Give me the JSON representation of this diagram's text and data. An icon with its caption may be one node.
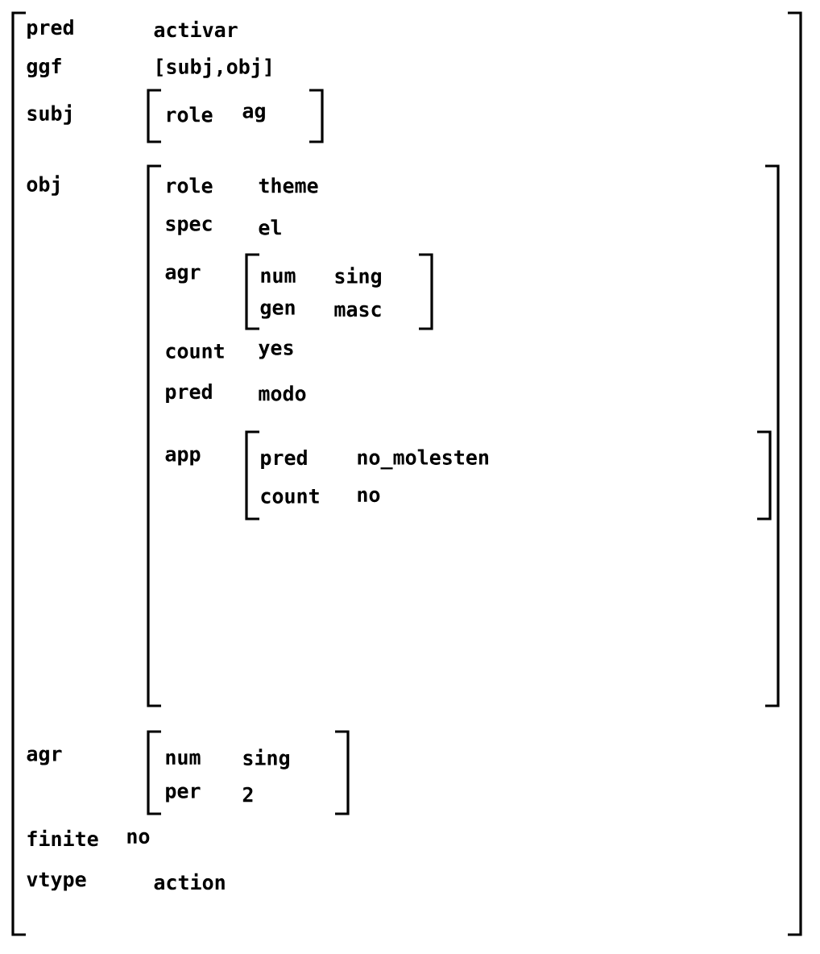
{
  "diagram": {
    "nodes": [
      {
        "text": [
          "pred",
          "activar",
          "ggf",
          "[subj,obj]",
          "subj",
          "obj",
          "agr",
          "finite",
          "no",
          "vtype",
          "action"
        ]
      },
      {
        "text": [
          "role",
          "ag"
        ],
        "in": 0
      },
      {
        "text": [
          "role",
          "theme",
          "spec",
          "el",
          "agr",
          "count",
          "yes",
          "pred",
          "modo",
          "app"
        ],
        "in": 0
      },
      {
        "text": [
          "num",
          "sing",
          "gen",
          "masc"
        ],
        "in": 2
      },
      {
        "text": [
          "pred",
          "no_molesten",
          "count",
          "no"
        ],
        "in": 2
      },
      {
        "text": [
          "num",
          "sing",
          "per",
          "2"
        ],
        "in": 0
      }
    ]
  }
}
